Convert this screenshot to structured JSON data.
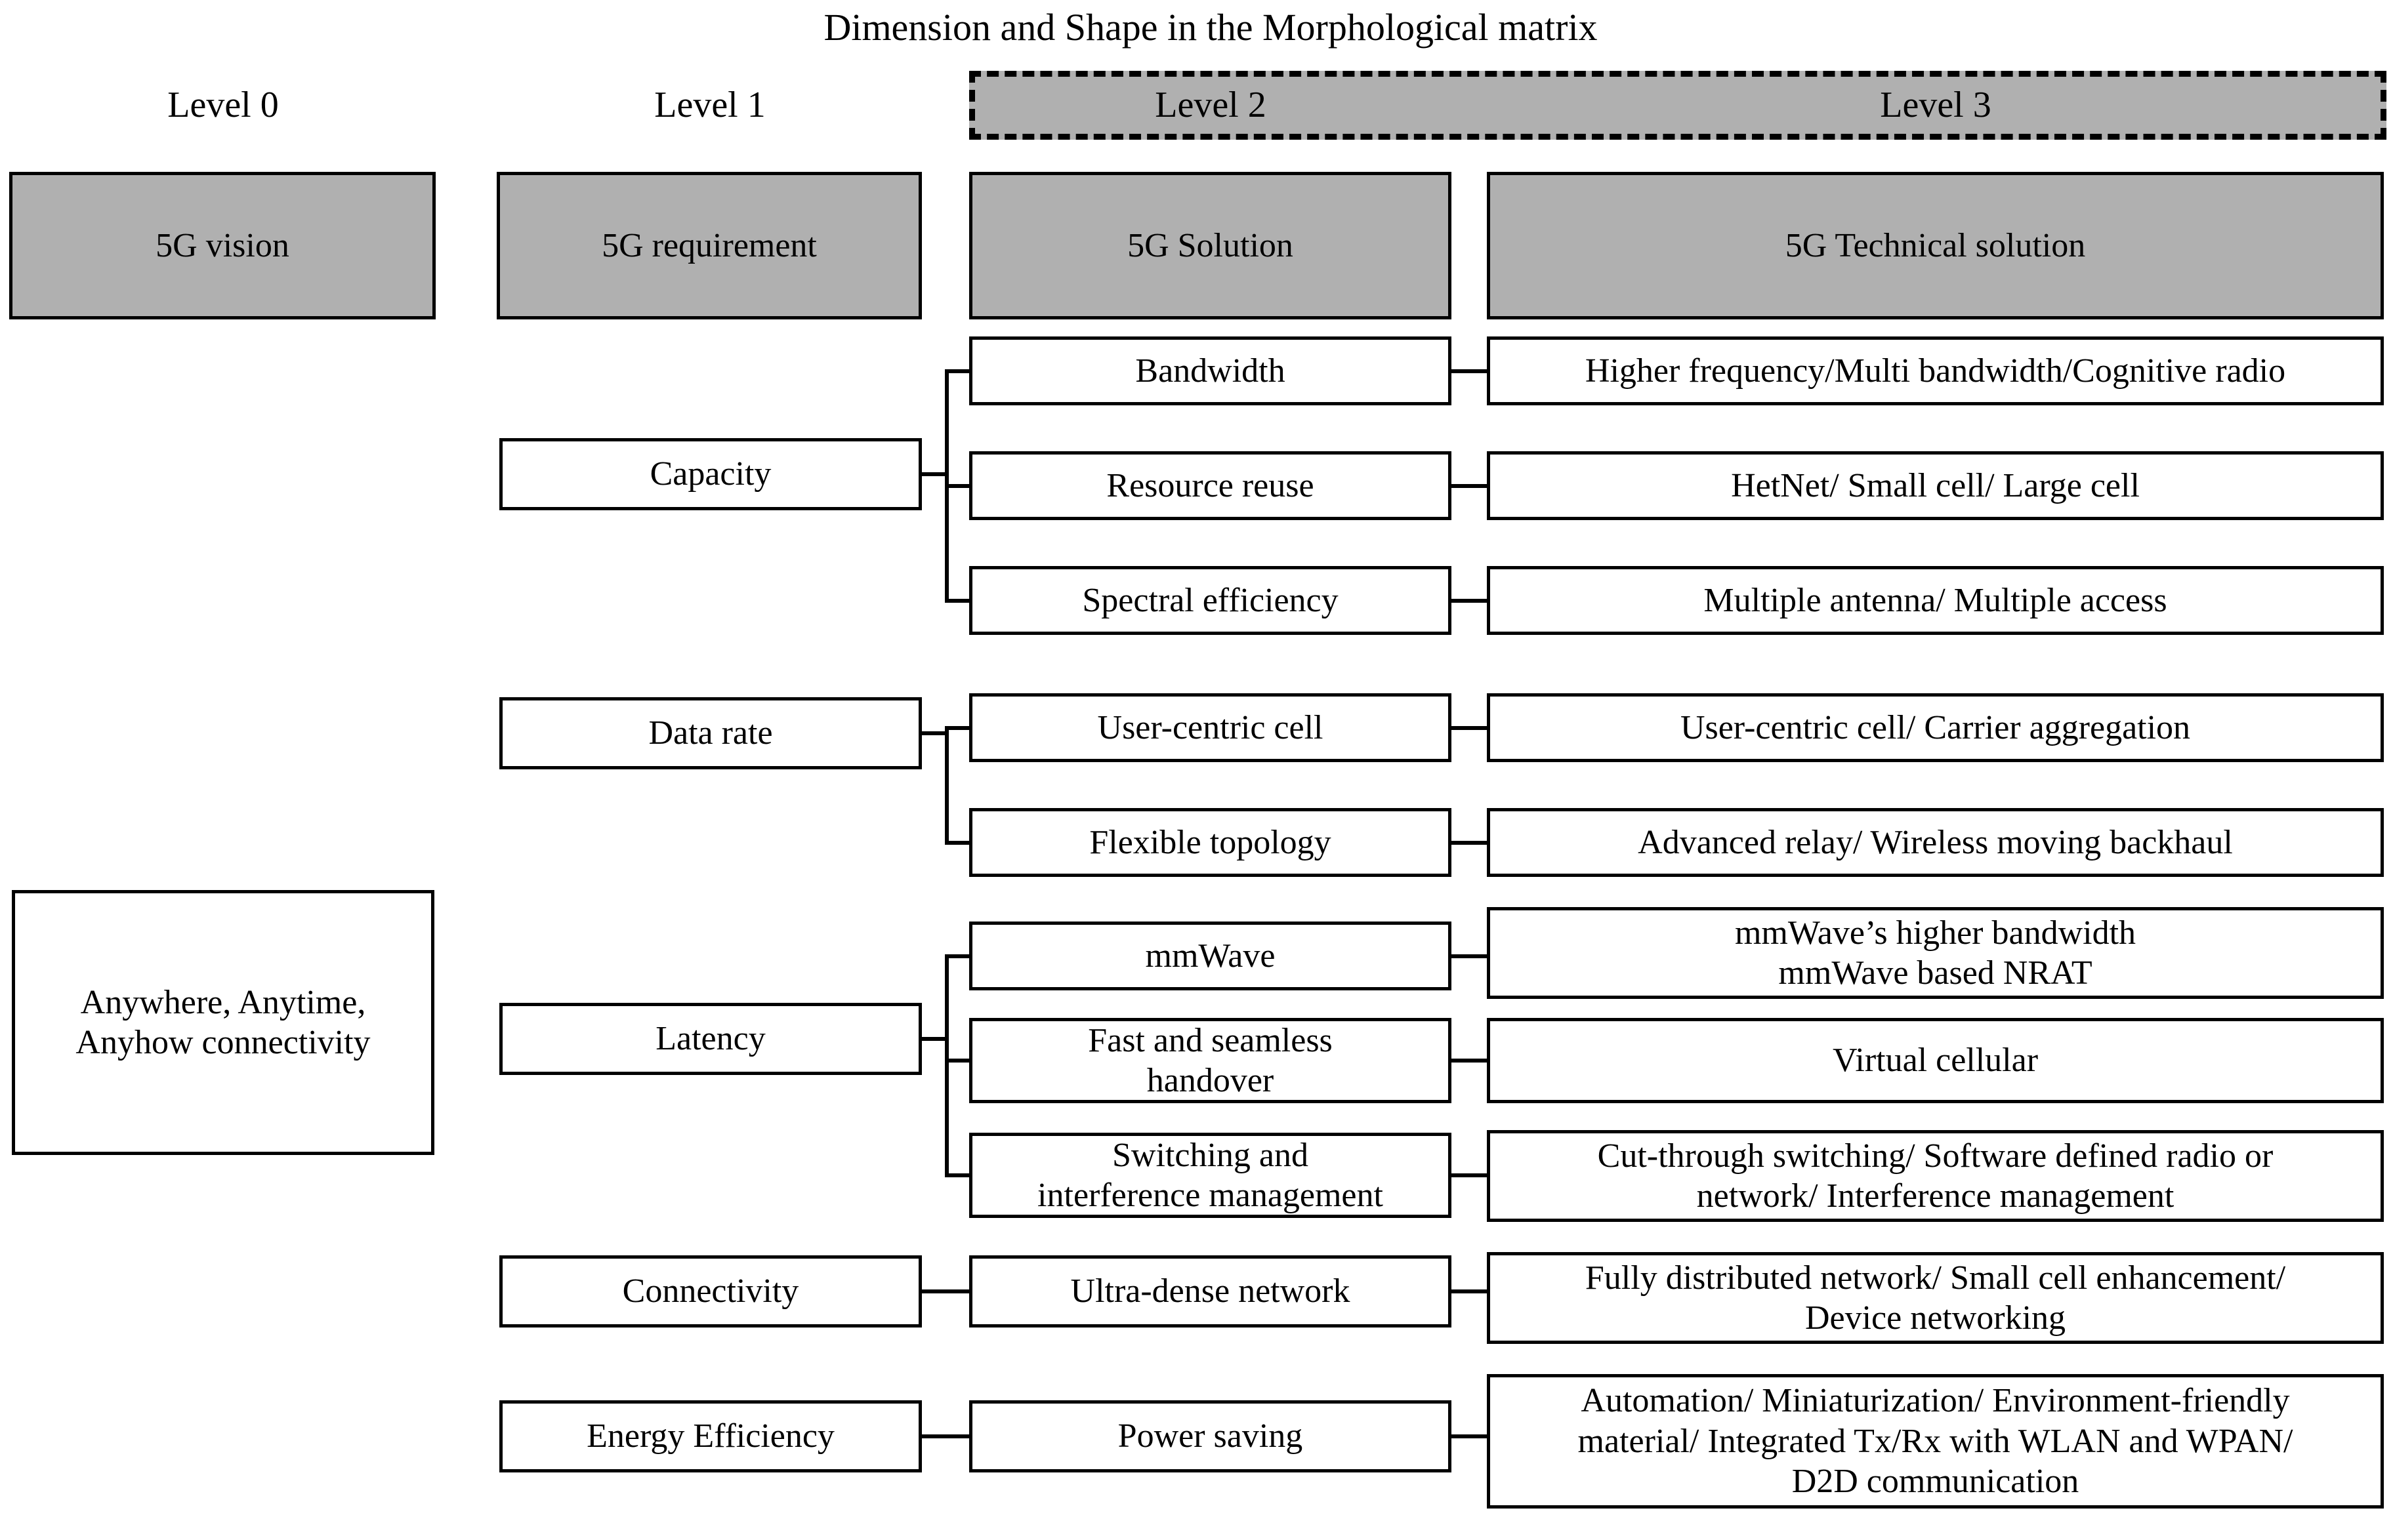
{
  "title": "Dimension and Shape in the Morphological matrix",
  "level_headers": [
    {
      "id": "level0",
      "label": "Level 0"
    },
    {
      "id": "level1",
      "label": "Level 1"
    },
    {
      "id": "level2",
      "label": "Level 2"
    },
    {
      "id": "level3",
      "label": "Level 3"
    }
  ],
  "column_headers": [
    {
      "id": "col0",
      "label": "5G vision"
    },
    {
      "id": "col1",
      "label": "5G requirement"
    },
    {
      "id": "col2",
      "label": "5G Solution"
    },
    {
      "id": "col3",
      "label": "5G Technical solution"
    }
  ],
  "vision": {
    "label": "Anywhere, Anytime, Anyhow connectivity",
    "line1": "Anywhere, Anytime,",
    "line2": "Anyhow connectivity"
  },
  "requirements": [
    {
      "id": "capacity",
      "label": "Capacity"
    },
    {
      "id": "data-rate",
      "label": "Data rate"
    },
    {
      "id": "latency",
      "label": "Latency"
    },
    {
      "id": "connectivity",
      "label": "Connectivity"
    },
    {
      "id": "energy-efficiency",
      "label": "Energy Efficiency"
    }
  ],
  "solutions": [
    {
      "id": "bandwidth",
      "label": "Bandwidth"
    },
    {
      "id": "resource-reuse",
      "label": "Resource reuse"
    },
    {
      "id": "spectral-efficiency",
      "label": "Spectral efficiency"
    },
    {
      "id": "user-centric-cell",
      "label": "User-centric cell"
    },
    {
      "id": "flexible-topology",
      "label": "Flexible topology"
    },
    {
      "id": "mmwave",
      "label": "mmWave"
    },
    {
      "id": "fast-seamless-handover",
      "label": "Fast and seamless handover"
    },
    {
      "id": "switching-interference-management",
      "label": "Switching and interference management"
    },
    {
      "id": "ultra-dense-network",
      "label": "Ultra-dense network"
    },
    {
      "id": "power-saving",
      "label": "Power saving"
    }
  ],
  "technical_solutions": [
    {
      "id": "ts-bandwidth",
      "label": "Higher frequency/Multi bandwidth/Cognitive radio"
    },
    {
      "id": "ts-resource-reuse",
      "label": "HetNet/ Small cell/ Large cell"
    },
    {
      "id": "ts-spectral-efficiency",
      "label": "Multiple antenna/ Multiple access"
    },
    {
      "id": "ts-user-centric-cell",
      "label": "User-centric cell/ Carrier aggregation"
    },
    {
      "id": "ts-flexible-topology",
      "label": "Advanced relay/ Wireless moving backhaul"
    },
    {
      "id": "ts-mmwave",
      "label": "mmWave’s higher bandwidth mmWave based NRAT"
    },
    {
      "id": "ts-handover",
      "label": "Virtual cellular"
    },
    {
      "id": "ts-switching",
      "label": "Cut-through switching/ Software defined radio or network/ Interference management"
    },
    {
      "id": "ts-ultra-dense",
      "label": "Fully distributed network/ Small cell enhancement/ Device networking"
    },
    {
      "id": "ts-power-saving",
      "label": "Automation/ Miniaturization/ Environment-friendly material/ Integrated Tx/Rx with WLAN and WPAN/ D2D communication"
    }
  ],
  "multiline": {
    "mmwave_l1": "mmWave’s higher bandwidth",
    "mmwave_l2": "mmWave based NRAT",
    "handover_l1": "Fast and seamless",
    "handover_l2": "handover",
    "switching_l1": "Switching and",
    "switching_l2": "interference management",
    "cutthrough_l1": "Cut-through switching/ Software defined radio or",
    "cutthrough_l2": "network/ Interference management",
    "ultradense_l1": "Fully distributed network/ Small cell enhancement/",
    "ultradense_l2": "Device networking",
    "power_l1": "Automation/ Miniaturization/ Environment-friendly",
    "power_l2": "material/ Integrated Tx/Rx with WLAN and WPAN/",
    "power_l3": "D2D communication"
  },
  "colors": {
    "header_fill": "#b0b0b0",
    "box_fill": "#ffffff",
    "stroke": "#000000",
    "background": "#ffffff"
  }
}
